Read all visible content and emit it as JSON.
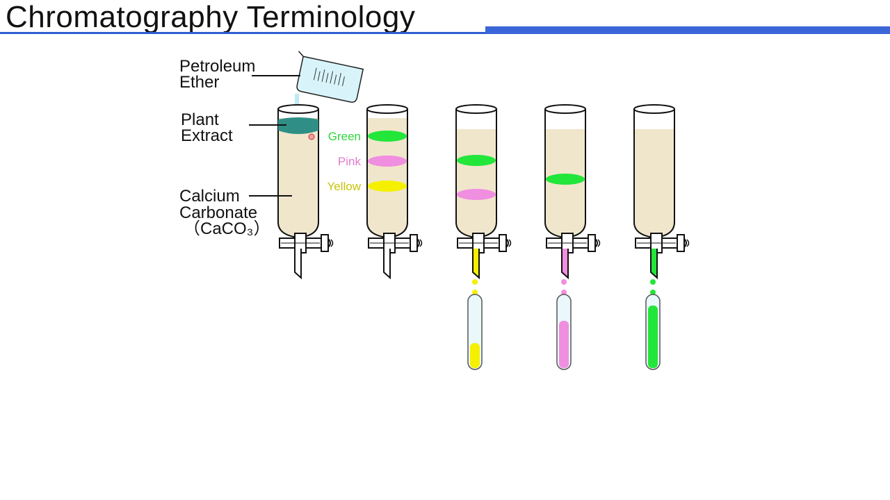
{
  "page": {
    "title": "Chromatography Terminology"
  },
  "labels": {
    "petroleum_ether": [
      "Petroleum",
      "Ether"
    ],
    "plant_extract": [
      "Plant",
      "Extract"
    ],
    "calcium_carbonate": [
      "Calcium",
      "Carbonate",
      "（CaCO₃）"
    ]
  },
  "bands": {
    "green": "Green",
    "pink": "Pink",
    "yellow": "Yellow"
  },
  "colors": {
    "accent": "#3a66d8",
    "green": "#22e63a",
    "pink": "#f08ee0",
    "yellow": "#f5f000",
    "sand": "#f0e6cc",
    "extract": "#2f8f86",
    "glass": "#d8f4fa"
  }
}
